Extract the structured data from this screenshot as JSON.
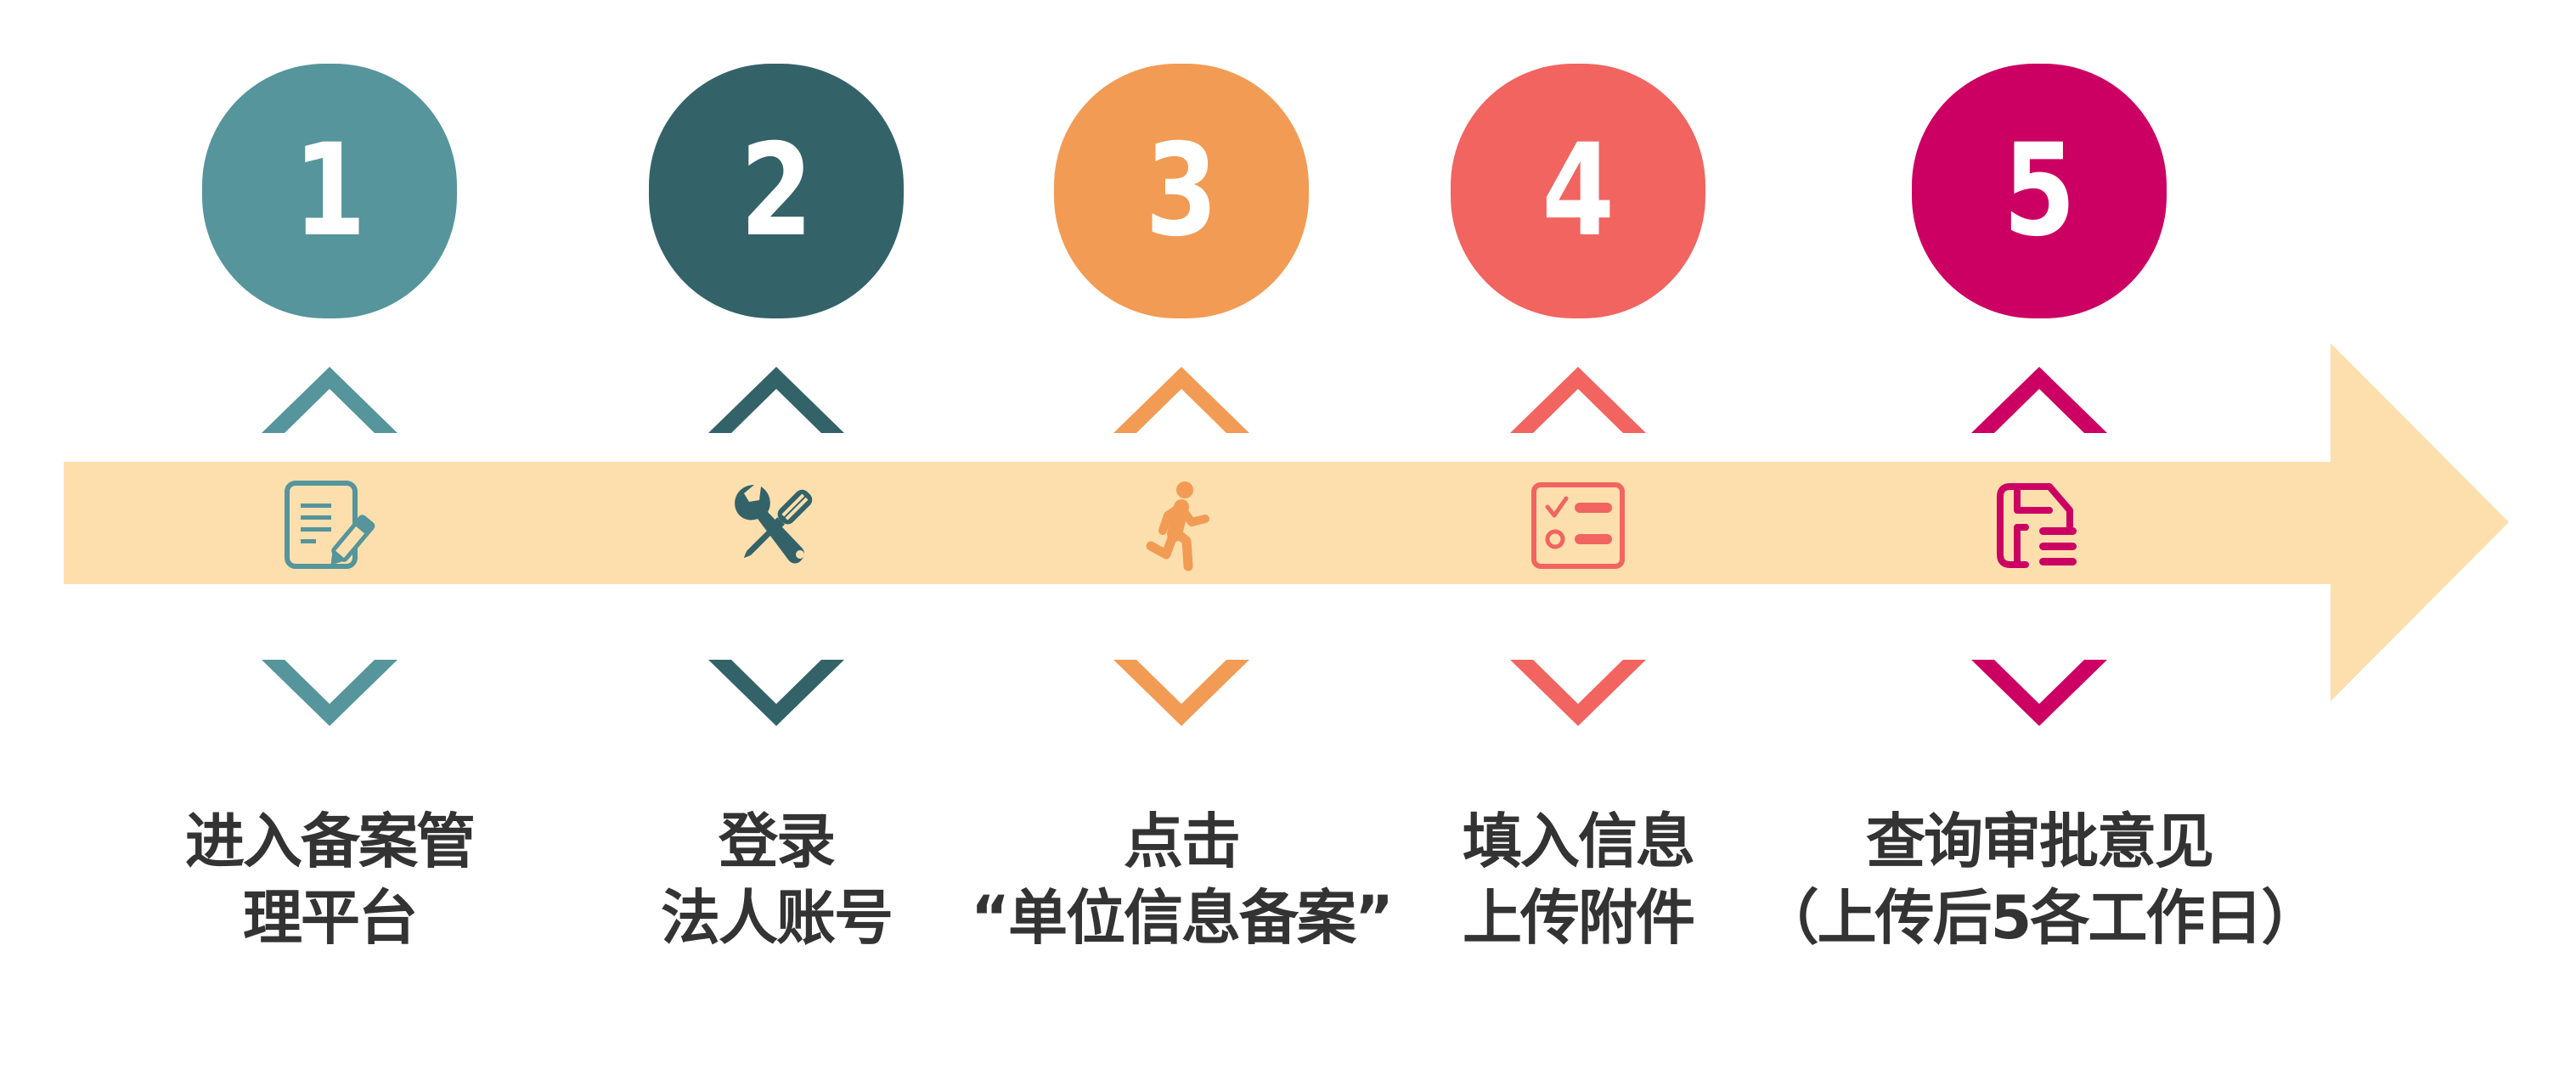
{
  "diagram": {
    "type": "process-flow",
    "direction": "left-to-right",
    "arrow": {
      "color": "#FDDFAE"
    },
    "text_color": "#333333",
    "steps": [
      {
        "number": "1",
        "color": "#55959B",
        "icon": "document-edit-icon",
        "label_lines": [
          "进入备案管",
          "理平台"
        ]
      },
      {
        "number": "2",
        "color": "#336369",
        "icon": "tools-icon",
        "label_lines": [
          "登录",
          "法人账号"
        ]
      },
      {
        "number": "3",
        "color": "#F29B54",
        "icon": "running-person-icon",
        "label_lines": [
          "点击",
          "“单位信息备案”"
        ]
      },
      {
        "number": "4",
        "color": "#F16460",
        "icon": "checklist-icon",
        "label_lines": [
          "填入信息",
          "上传附件"
        ]
      },
      {
        "number": "5",
        "color": "#CC0063",
        "icon": "form-document-icon",
        "label_lines": [
          "查询审批意见",
          "（上传后5各工作日）"
        ]
      }
    ]
  }
}
